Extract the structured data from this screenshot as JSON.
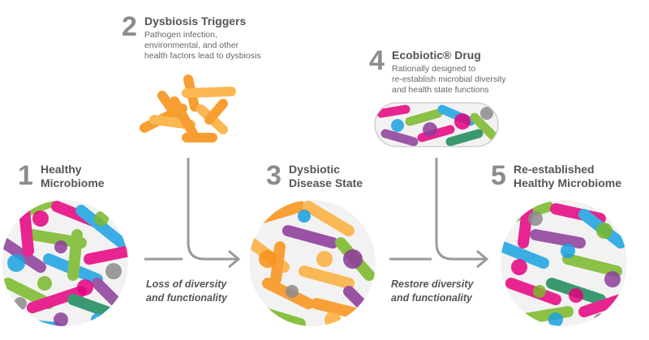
{
  "steps": [
    {
      "number": "1",
      "title_line1": "Healthy",
      "title_line2": "Microbiome"
    },
    {
      "number": "2",
      "title": "Dysbiosis Triggers",
      "desc_lines": [
        "Pathogen infection,",
        "environmental, and other",
        "health factors lead to dysbiosis"
      ]
    },
    {
      "number": "3",
      "title_line1": "Dysbiotic",
      "title_line2": "Disease State"
    },
    {
      "number": "4",
      "title": "Ecobiotic® Drug",
      "desc_lines": [
        "Rationally designed to",
        "re-establish microbial diversity",
        "and health state functions"
      ]
    },
    {
      "number": "5",
      "title_line1": "Re-established",
      "title_line2": "Healthy Microbiome"
    }
  ],
  "transitions": [
    {
      "line1": "Loss of diversity",
      "line2": "and functionality"
    },
    {
      "line1": "Restore diversity",
      "line2": "and functionality"
    }
  ],
  "colors": {
    "magenta": "#e6007e",
    "green": "#7ab929",
    "blue": "#1ba1e2",
    "purple": "#8e3c9a",
    "orange": "#f7941d",
    "yellow_orange": "#fbb040",
    "gray": "#8c8c8c",
    "dark_green": "#1b8a5a",
    "arrow": "#9a9a9a"
  },
  "icons": {
    "healthy": "diverse-microbe-circle-icon",
    "triggers": "orange-rod-bacteria-icon",
    "dysbiotic": "low-diversity-microbe-circle-icon",
    "drug": "capsule-pill-icon",
    "restored": "restored-microbe-circle-icon"
  }
}
